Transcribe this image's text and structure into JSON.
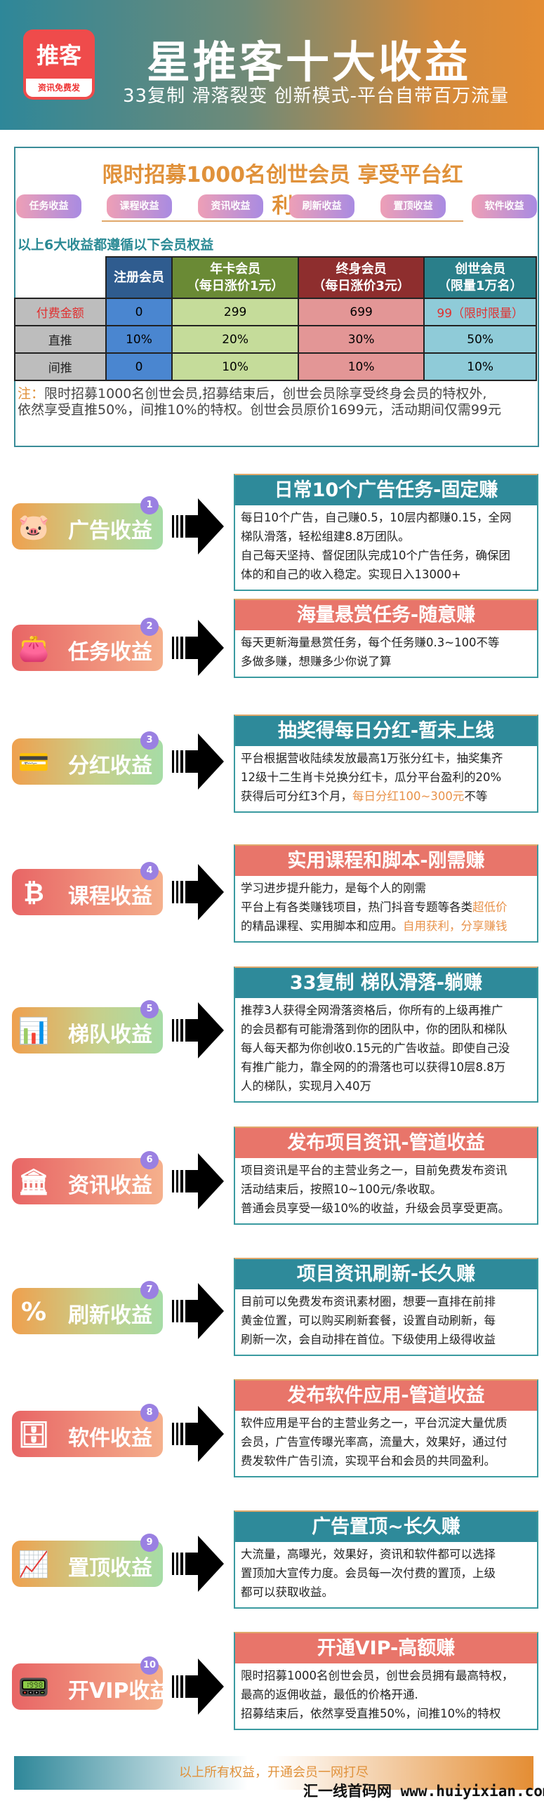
{
  "header": {
    "logo_text": "推客",
    "logo_tagline": "资讯免费发",
    "title": "星推客十大收益",
    "subtitle": "33复制  滑落裂变  创新模式-平台自带百万流量"
  },
  "membership_box": {
    "title": "限时招募1000名创世会员 享受平台红利",
    "pills": [
      "任务收益",
      "课程收益",
      "资讯收益",
      "刷新收益",
      "置顶收益",
      "软件收益"
    ],
    "subheading": "以上6大收益都遵循以下会员权益",
    "table": {
      "columns": [
        {
          "line1": "注册会员",
          "line2": "",
          "color": "#2f5c8f",
          "cell_color": "#4a86d0"
        },
        {
          "line1": "年卡会员",
          "line2": "（每日涨价1元）",
          "color": "#6a8a35",
          "cell_color": "#c5dc9a"
        },
        {
          "line1": "终身会员",
          "line2": "（每日涨价3元）",
          "color": "#8e2e2e",
          "cell_color": "#e39696"
        },
        {
          "line1": "创世会员",
          "line2": "（限量1万名）",
          "color": "#2a7f8a",
          "cell_color": "#8fcbd8"
        }
      ],
      "rows": [
        {
          "label": "付费金额",
          "label_color": "#e03030",
          "values": [
            "0",
            "299",
            "699",
            "99（限时限量）"
          ]
        },
        {
          "label": "直推",
          "label_color": "#222222",
          "values": [
            "10%",
            "20%",
            "30%",
            "50%"
          ]
        },
        {
          "label": "间推",
          "label_color": "#222222",
          "values": [
            "0",
            "10%",
            "10%",
            "10%"
          ]
        }
      ]
    },
    "note_label": "注：",
    "note_line1": "限时招募1000名创世会员,招募结束后，创世会员除享受终身会员的特权外,",
    "note_line2": "依然享受直推50%，间推10%的特权。创世会员原价1699元，活动期间仅需99元"
  },
  "sections": [
    {
      "number": "1",
      "label": "广告收益",
      "icon": "piggy-bank",
      "header_color": "#2e8a9a",
      "title": "日常10个广告任务-固定赚",
      "lines": [
        [
          {
            "t": "每日10个广告，自己赚0.5，10层内都赚0.15，全网"
          }
        ],
        [
          {
            "t": "梯队滑落，轻松组建8.8万团队。"
          }
        ],
        [
          {
            "t": "自己每天坚持、督促团队完成10个广告任务，确保团"
          }
        ],
        [
          {
            "t": "体的和自己的收入稳定。实现日入13000+"
          }
        ]
      ]
    },
    {
      "number": "2",
      "label": "任务收益",
      "icon": "wallet",
      "header_color": "#e8756a",
      "title": "海量悬赏任务-随意赚",
      "lines": [
        [
          {
            "t": "每天更新海量悬赏任务，每个任务赚0.3~100不等"
          }
        ],
        [
          {
            "t": "多做多赚，想赚多少你说了算"
          }
        ]
      ]
    },
    {
      "number": "3",
      "label": "分红收益",
      "icon": "cards",
      "header_color": "#2e8a9a",
      "title": "抽奖得每日分红-暂未上线",
      "lines": [
        [
          {
            "t": "平台根据营收陆续发放最高1万张分红卡，抽奖集齐"
          }
        ],
        [
          {
            "t": "12级十二生肖卡兑换分红卡，瓜分平台盈利的20%"
          }
        ],
        [
          {
            "t": "获得后可分红3个月，"
          },
          {
            "t": "每日分红100~300元",
            "hl": true
          },
          {
            "t": "不等"
          }
        ]
      ]
    },
    {
      "number": "4",
      "label": "课程收益",
      "icon": "bitcoin-coin",
      "header_color": "#e8756a",
      "title": "实用课程和脚本-刚需赚",
      "lines": [
        [
          {
            "t": "学习进步提升能力，是每个人的刚需"
          }
        ],
        [
          {
            "t": "平台上有各类赚钱项目，热门抖音专题等各类"
          },
          {
            "t": "超低价",
            "hl": true
          }
        ],
        [
          {
            "t": "的精品课程、实用脚本和应用。"
          },
          {
            "t": "自用获利，分享赚钱",
            "hl": true
          }
        ]
      ]
    },
    {
      "number": "5",
      "label": "梯队收益",
      "icon": "bar-chart",
      "header_color": "#2e8a9a",
      "title": "33复制 梯队滑落-躺赚",
      "lines": [
        [
          {
            "t": "推荐3人获得全网滑落资格后，你所有的上级再推广"
          }
        ],
        [
          {
            "t": "的会员都有可能滑落到你的团队中，你的团队和梯队"
          }
        ],
        [
          {
            "t": "每人每天都为你创收0.15元的广告收益。即使自己没"
          }
        ],
        [
          {
            "t": "有推广能力，靠全网的的滑落也可以获得10层8.8万"
          }
        ],
        [
          {
            "t": "人的梯队，实现月入40万"
          }
        ]
      ]
    },
    {
      "number": "6",
      "label": "资讯收益",
      "icon": "bank",
      "header_color": "#e8756a",
      "title": "发布项目资讯-管道收益",
      "lines": [
        [
          {
            "t": "项目资讯是平台的主营业务之一，目前免费发布资讯"
          }
        ],
        [
          {
            "t": "活动结束后，按照10~100元/条收取。"
          }
        ],
        [
          {
            "t": "普通会员享受一级10%的收益，升级会员享受更高。"
          }
        ]
      ]
    },
    {
      "number": "7",
      "label": "刷新收益",
      "icon": "percent-tag",
      "header_color": "#2e8a9a",
      "title": "项目资讯刷新-长久赚",
      "lines": [
        [
          {
            "t": "目前可以免费发布资讯素材圈，想要一直排在前排"
          }
        ],
        [
          {
            "t": "黄金位置，可以购买刷新套餐，设置自动刷新，每"
          }
        ],
        [
          {
            "t": "刷新一次，会自动排在首位。下级使用上级得收益"
          }
        ]
      ]
    },
    {
      "number": "8",
      "label": "软件收益",
      "icon": "safe",
      "header_color": "#e8756a",
      "title": "发布软件应用-管道收益",
      "lines": [
        [
          {
            "t": "软件应用是平台的主营业务之一，平台沉淀大量优质"
          }
        ],
        [
          {
            "t": "会员，广告宣传曝光率高，流量大，效果好，通过付"
          }
        ],
        [
          {
            "t": "费发软件广告引流，实现平台和会员的共同盈利。"
          }
        ]
      ]
    },
    {
      "number": "9",
      "label": "置顶收益",
      "icon": "presentation-board",
      "header_color": "#2e8a9a",
      "title": "广告置顶~长久赚",
      "lines": [
        [
          {
            "t": "大流量，高曝光，效果好，资讯和软件都可以选择"
          }
        ],
        [
          {
            "t": "置顶加大宣传力度。会员每一次付费的置顶，上级"
          }
        ],
        [
          {
            "t": "都可以获取收益。"
          }
        ]
      ]
    },
    {
      "number": "10",
      "label": "开VIP收益",
      "icon": "pos-terminal",
      "header_color": "#e8756a",
      "title": "开通VIP-高额赚",
      "lines": [
        [
          {
            "t": "限时招募1000名创世会员，创世会员拥有最高特权，"
          }
        ],
        [
          {
            "t": "最高的返佣收益，最低的价格开通."
          }
        ],
        [
          {
            "t": "招募结束后，依然享受直推50%，间推10%的特权"
          }
        ]
      ]
    }
  ],
  "footer": {
    "text": "以上所有权益，开通会员一网打尽"
  },
  "watermark": "汇一线首码网 www.huiyixian.com"
}
